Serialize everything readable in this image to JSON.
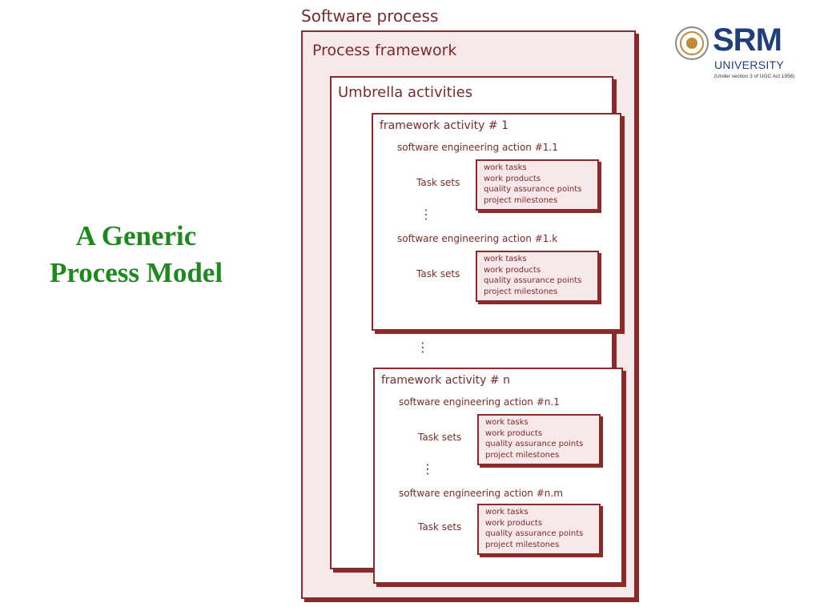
{
  "slide": {
    "title_line1": "A Generic",
    "title_line2": "Process Model"
  },
  "logo": {
    "name": "SRM",
    "line2": "UNIVERSITY",
    "line3": "(Under section 3 of UGC Act 1956)"
  },
  "diagram": {
    "software_process": "Software process",
    "process_framework": "Process framework",
    "umbrella_activities": "Umbrella activities",
    "ellipsis": "⋮",
    "activities": [
      {
        "title": "framework activity # 1",
        "actions": [
          {
            "title": "software engineering action #1.1",
            "task_sets": "Task sets",
            "items": [
              "work tasks",
              "work products",
              "quality assurance points",
              "project milestones"
            ]
          },
          {
            "title": "software engineering action #1.k",
            "task_sets": "Task sets",
            "items": [
              "work tasks",
              "work products",
              "quality assurance points",
              "project milestones"
            ]
          }
        ]
      },
      {
        "title": "framework activity # n",
        "actions": [
          {
            "title": "software engineering action #n.1",
            "task_sets": "Task sets",
            "items": [
              "work tasks",
              "work products",
              "quality assurance points",
              "project milestones"
            ]
          },
          {
            "title": "software engineering action #n.m",
            "task_sets": "Task sets",
            "items": [
              "work tasks",
              "work products",
              "quality assurance points",
              "project milestones"
            ]
          }
        ]
      }
    ]
  },
  "colors": {
    "title_green": "#1e8a1e",
    "diagram_maroon": "#8a2a2a",
    "box_pink": "#f7e9e9",
    "logo_blue": "#1f3f7a"
  }
}
